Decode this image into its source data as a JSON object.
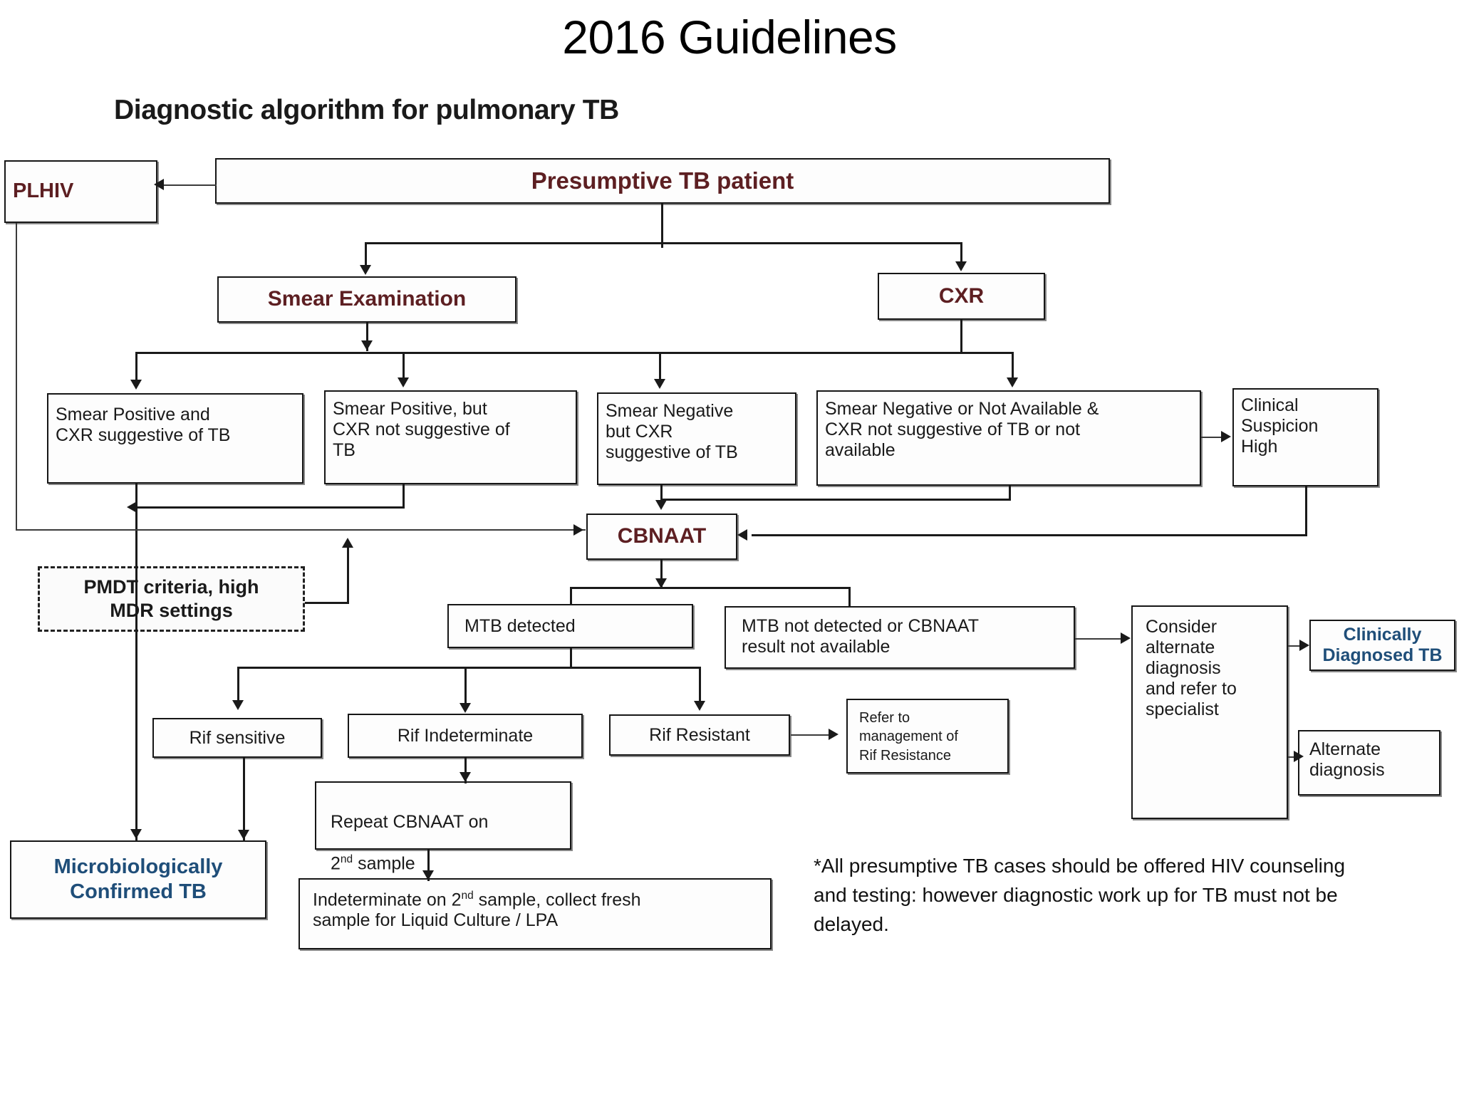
{
  "slide": {
    "title": "2016 Guidelines",
    "heading": "Diagnostic algorithm for pulmonary TB"
  },
  "nodes": {
    "plhiv": "PLHIV",
    "presumptive": "Presumptive TB patient",
    "smear_exam": "Smear Examination",
    "cxr": "CXR",
    "smear_pos_cxr_sugg": "Smear Positive and\nCXR suggestive of TB",
    "smear_pos_cxr_not": "Smear Positive, but\nCXR not suggestive of\nTB",
    "smear_neg_cxr_sugg": "Smear Negative\nbut CXR\nsuggestive of TB",
    "smear_neg_or_na": "Smear Negative or Not Available &\nCXR not suggestive of TB or not\navailable",
    "clinical_suspicion": "Clinical\nSuspicion\nHigh",
    "cbnaat": "CBNAAT",
    "pmdt": "PMDT criteria, high\nMDR settings",
    "mtb_detected": "MTB detected",
    "mtb_not_detected": "MTB not detected or CBNAAT\nresult not available",
    "consider_alternate": "Consider\nalternate\ndiagnosis\nand refer to\nspecialist",
    "clinically_diagnosed": "Clinically\nDiagnosed TB",
    "alternate_diagnosis": "Alternate\ndiagnosis",
    "rif_sensitive": "Rif sensitive",
    "rif_indeterminate": "Rif Indeterminate",
    "rif_resistant": "Rif Resistant",
    "refer_rif": "Refer to\nmanagement of\nRif Resistance",
    "repeat_cbnaat_pre": "Repeat CBNAAT on",
    "repeat_cbnaat_num": "2",
    "repeat_cbnaat_sup": "nd",
    "repeat_cbnaat_post": " sample",
    "indeterminate_pre": "Indeterminate on 2",
    "indeterminate_sup": "nd",
    "indeterminate_post": " sample, collect fresh\nsample for Liquid Culture / LPA",
    "microbiologically": "Microbiologically\nConfirmed TB"
  },
  "footnote": "*All presumptive TB cases should be offered HIV counseling and testing: however diagnostic work up for TB must not be delayed.",
  "colors": {
    "maroon": "#5d1f22",
    "blue_header": "#1f4e79",
    "line": "#1a1a1a",
    "box_border": "#161616",
    "background": "#ffffff"
  }
}
